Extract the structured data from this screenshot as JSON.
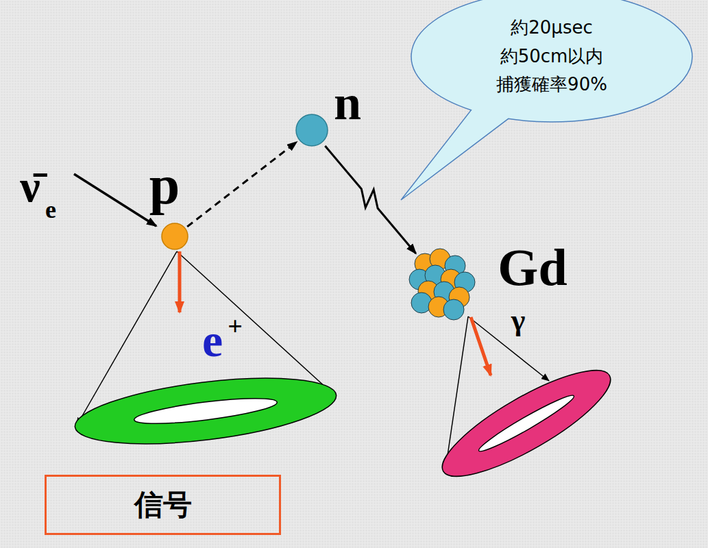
{
  "diagram": {
    "nodes": [
      {
        "text": [
          "p"
        ]
      },
      {
        "text": [
          "n"
        ]
      },
      {
        "text": [
          "約20μsec 約50cm以内 捕獲確率90%"
        ]
      },
      {
        "text": [
          "Gd"
        ]
      },
      {
        "text": [
          "信号"
        ]
      }
    ],
    "edges": [
      {
        "from": 0,
        "to": 1,
        "arrow": "to"
      },
      {
        "from": 1,
        "to": 3,
        "arrow": "to"
      }
    ],
    "labels": [
      "ν̄",
      "e",
      "e",
      "+",
      "γ"
    ]
  }
}
